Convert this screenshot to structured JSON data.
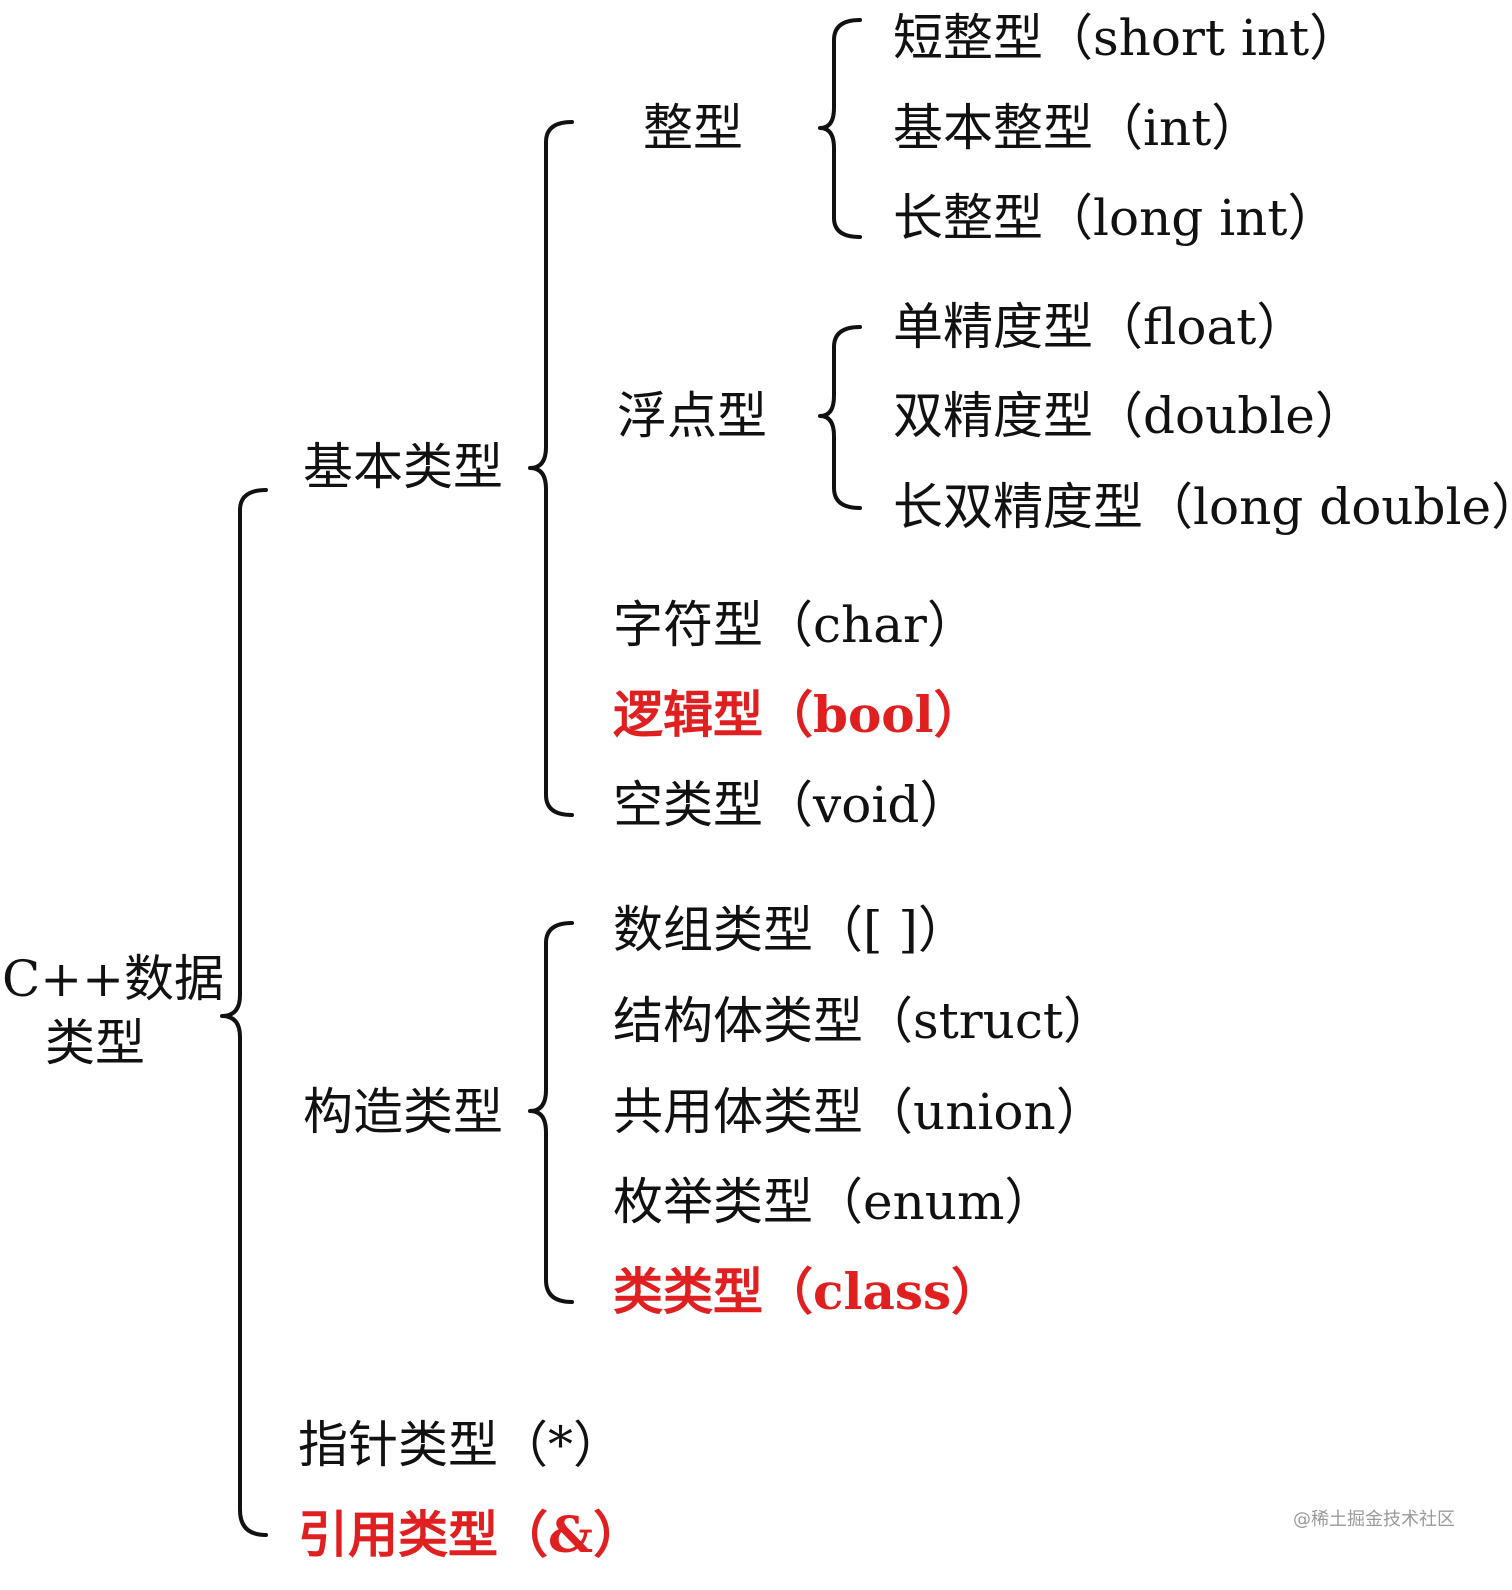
{
  "root": {
    "line1": "C++数据",
    "line2": "类型"
  },
  "basic": {
    "label": "基本类型",
    "integer": {
      "label": "整型",
      "items": [
        "短整型（short int）",
        "基本整型（int）",
        "长整型（long int）"
      ]
    },
    "floating": {
      "label": "浮点型",
      "items": [
        "单精度型（float）",
        "双精度型（double）",
        "长双精度型（long double）"
      ]
    },
    "char": "字符型（char）",
    "bool": "逻辑型（bool）",
    "void": "空类型（void）"
  },
  "constructed": {
    "label": "构造类型",
    "items": [
      "数组类型（[ ]）",
      "结构体类型（struct）",
      "共用体类型（union）",
      "枚举类型（enum）"
    ],
    "class": "类类型（class）"
  },
  "pointer": "指针类型（*）",
  "reference": "引用类型（&）",
  "watermark": "@稀土掘金技术社区",
  "colors": {
    "text": "#111111",
    "highlight": "#e02020",
    "bracket": "#111111",
    "watermark": "#9a9a9a"
  }
}
